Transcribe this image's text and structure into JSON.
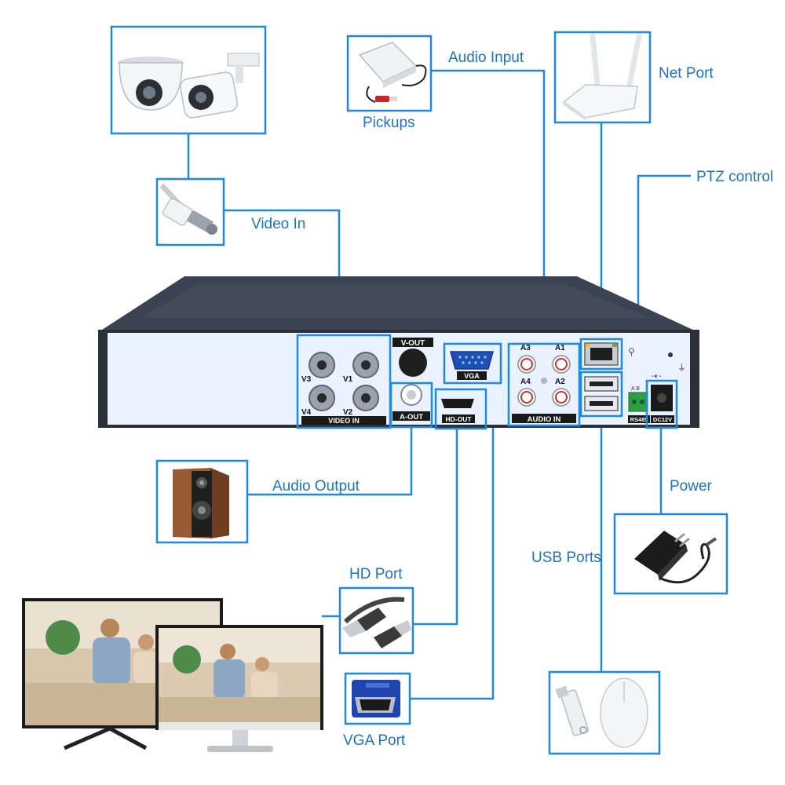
{
  "colors": {
    "accent": "#1e88e5",
    "label": "#1a73c8",
    "dvr_top": "#3a4250",
    "dvr_panel": "#eaf3ff"
  },
  "labels": {
    "pickups": "Pickups",
    "audio_input": "Audio Input",
    "net_port": "Net Port",
    "ptz_control": "PTZ control",
    "video_in": "Video In",
    "audio_output": "Audio Output",
    "power": "Power",
    "usb_ports": "USB Ports",
    "hd_port": "HD Port",
    "vga_port": "VGA Port"
  },
  "panel": {
    "v3": "V3",
    "v1": "V1",
    "v4": "V4",
    "v2": "V2",
    "video_in": "VIDEO IN",
    "v_out": "V-OUT",
    "a_out": "A-OUT",
    "vga": "VGA",
    "hd_out": "HD-OUT",
    "a3": "A3",
    "a1": "A1",
    "a4": "A4",
    "a2": "A2",
    "audio_in": "AUDIO IN",
    "rs485": "RS485",
    "dc12v": "DC12V",
    "ab": "A  B"
  },
  "icons": {
    "cameras": "cctv-camera-icon",
    "bnc_cable": "bnc-cable-icon",
    "pickup": "microphone-pickup-icon",
    "router": "router-icon",
    "speaker": "speaker-icon",
    "adapter": "power-adapter-icon",
    "hdmi": "hdmi-cable-icon",
    "vga": "vga-connector-icon",
    "usb": "usb-mouse-drive-icon",
    "monitors": "monitor-icon"
  }
}
